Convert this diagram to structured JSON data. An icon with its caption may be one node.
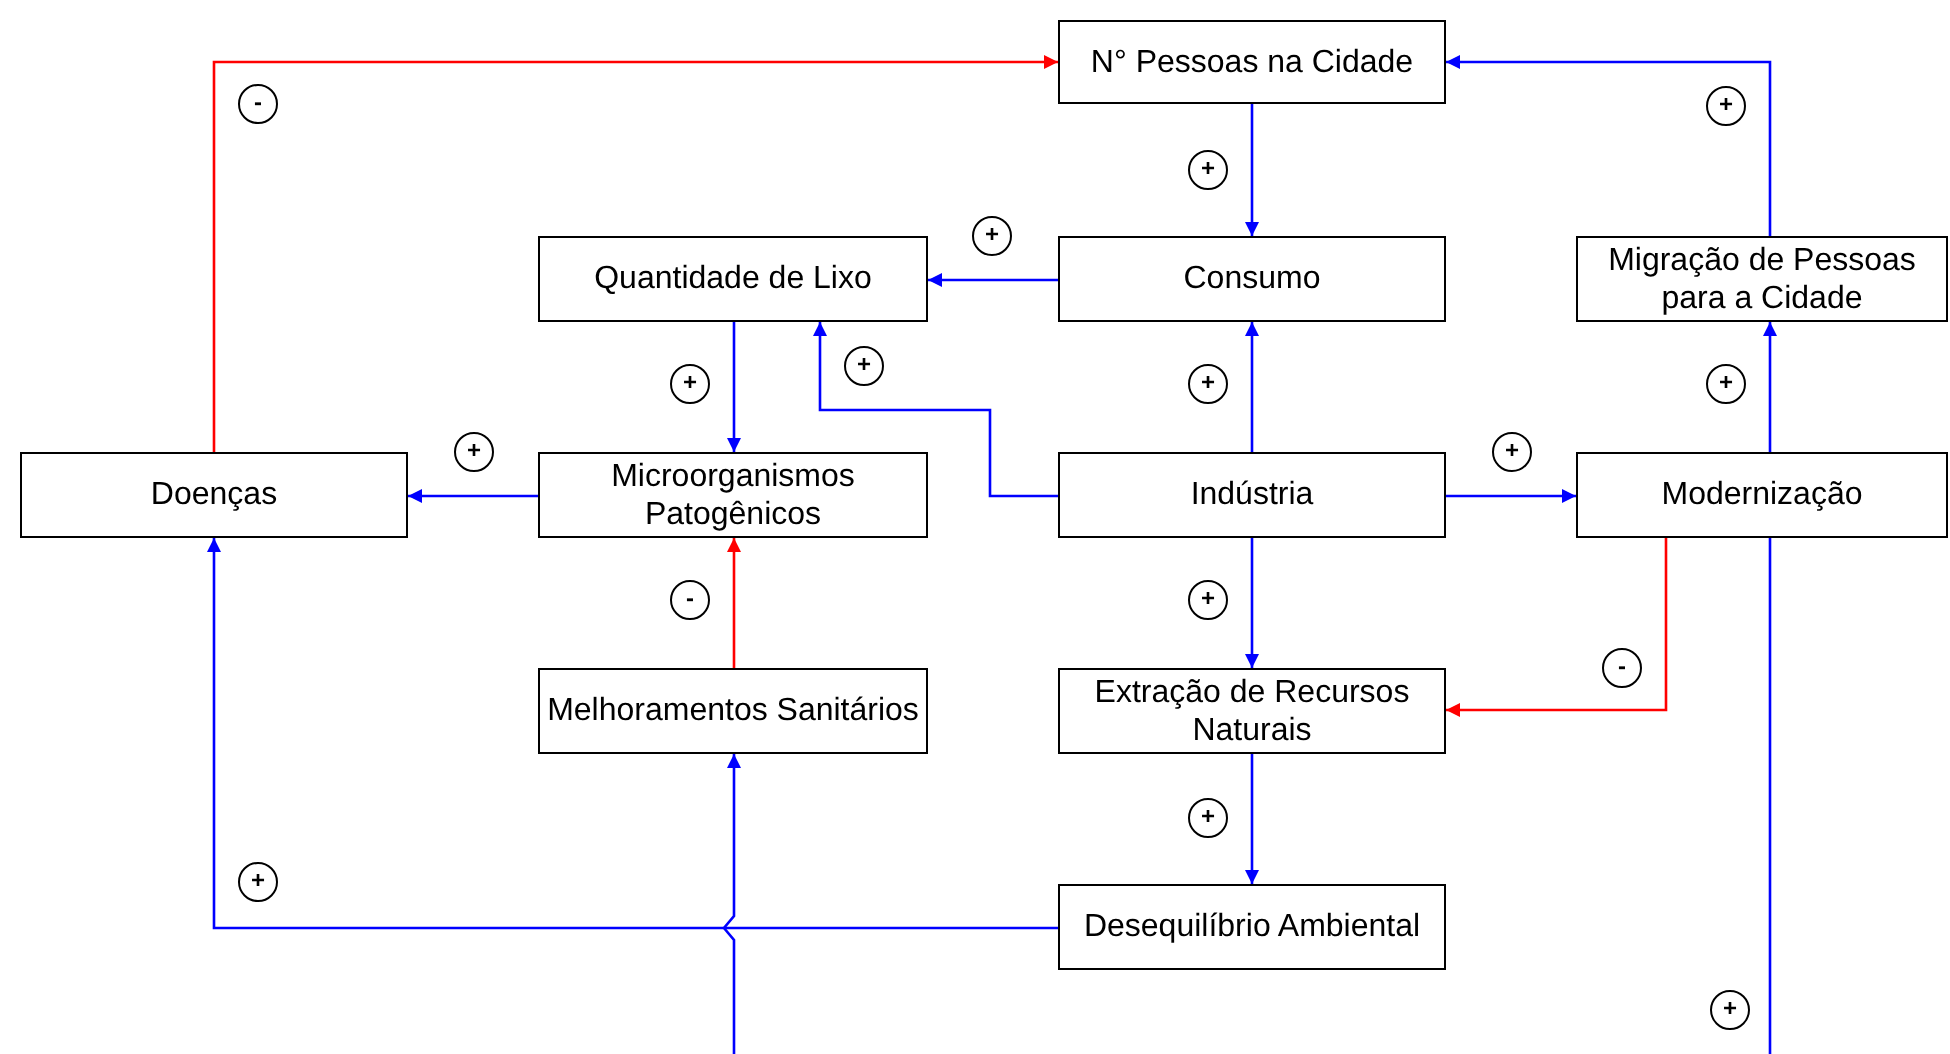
{
  "diagram": {
    "nodes": [
      {
        "text": [
          "N° Pessoas na Cidade"
        ]
      },
      {
        "text": [
          "Quantidade de Lixo"
        ]
      },
      {
        "text": [
          "Consumo"
        ]
      },
      {
        "text": [
          "Migração de Pessoas para a Cidade"
        ]
      },
      {
        "text": [
          "Doenças"
        ]
      },
      {
        "text": [
          "Microorganismos Patogênicos"
        ]
      },
      {
        "text": [
          "Indústria"
        ]
      },
      {
        "text": [
          "Modernização"
        ]
      },
      {
        "text": [
          "Melhoramentos Sanitários"
        ]
      },
      {
        "text": [
          "Extração de Recursos Naturais"
        ]
      },
      {
        "text": [
          "Desequilíbrio Ambiental"
        ]
      }
    ],
    "edges": [
      {
        "from": 4,
        "to": 0,
        "arrow": "to",
        "label": "-",
        "color": "#ff0000"
      },
      {
        "from": 0,
        "to": 2,
        "arrow": "to",
        "label": "+"
      },
      {
        "from": 2,
        "to": 1,
        "arrow": "to",
        "label": "+"
      },
      {
        "from": 6,
        "to": 1,
        "arrow": "to",
        "label": "+"
      },
      {
        "from": 1,
        "to": 5,
        "arrow": "to",
        "label": "+"
      },
      {
        "from": 5,
        "to": 4,
        "arrow": "to",
        "label": "+"
      },
      {
        "from": 6,
        "to": 2,
        "arrow": "to",
        "label": "+"
      },
      {
        "from": 6,
        "to": 7,
        "arrow": "to",
        "label": "+"
      },
      {
        "from": 7,
        "to": 3,
        "arrow": "to",
        "label": "+"
      },
      {
        "from": 3,
        "to": 0,
        "arrow": "to",
        "label": "+"
      },
      {
        "from": 8,
        "to": 5,
        "arrow": "to",
        "label": "-",
        "color": "#ff0000"
      },
      {
        "from": 6,
        "to": 9,
        "arrow": "to",
        "label": "+"
      },
      {
        "from": 7,
        "to": 9,
        "arrow": "to",
        "label": "-",
        "color": "#ff0000"
      },
      {
        "from": 9,
        "to": 10,
        "arrow": "to",
        "label": "+"
      },
      {
        "from": 10,
        "to": 4,
        "arrow": "to",
        "label": "+"
      },
      {
        "from": null,
        "to": 8,
        "arrow": "to"
      },
      {
        "from": null,
        "to": 7,
        "arrow": "none",
        "label": "+"
      }
    ]
  }
}
